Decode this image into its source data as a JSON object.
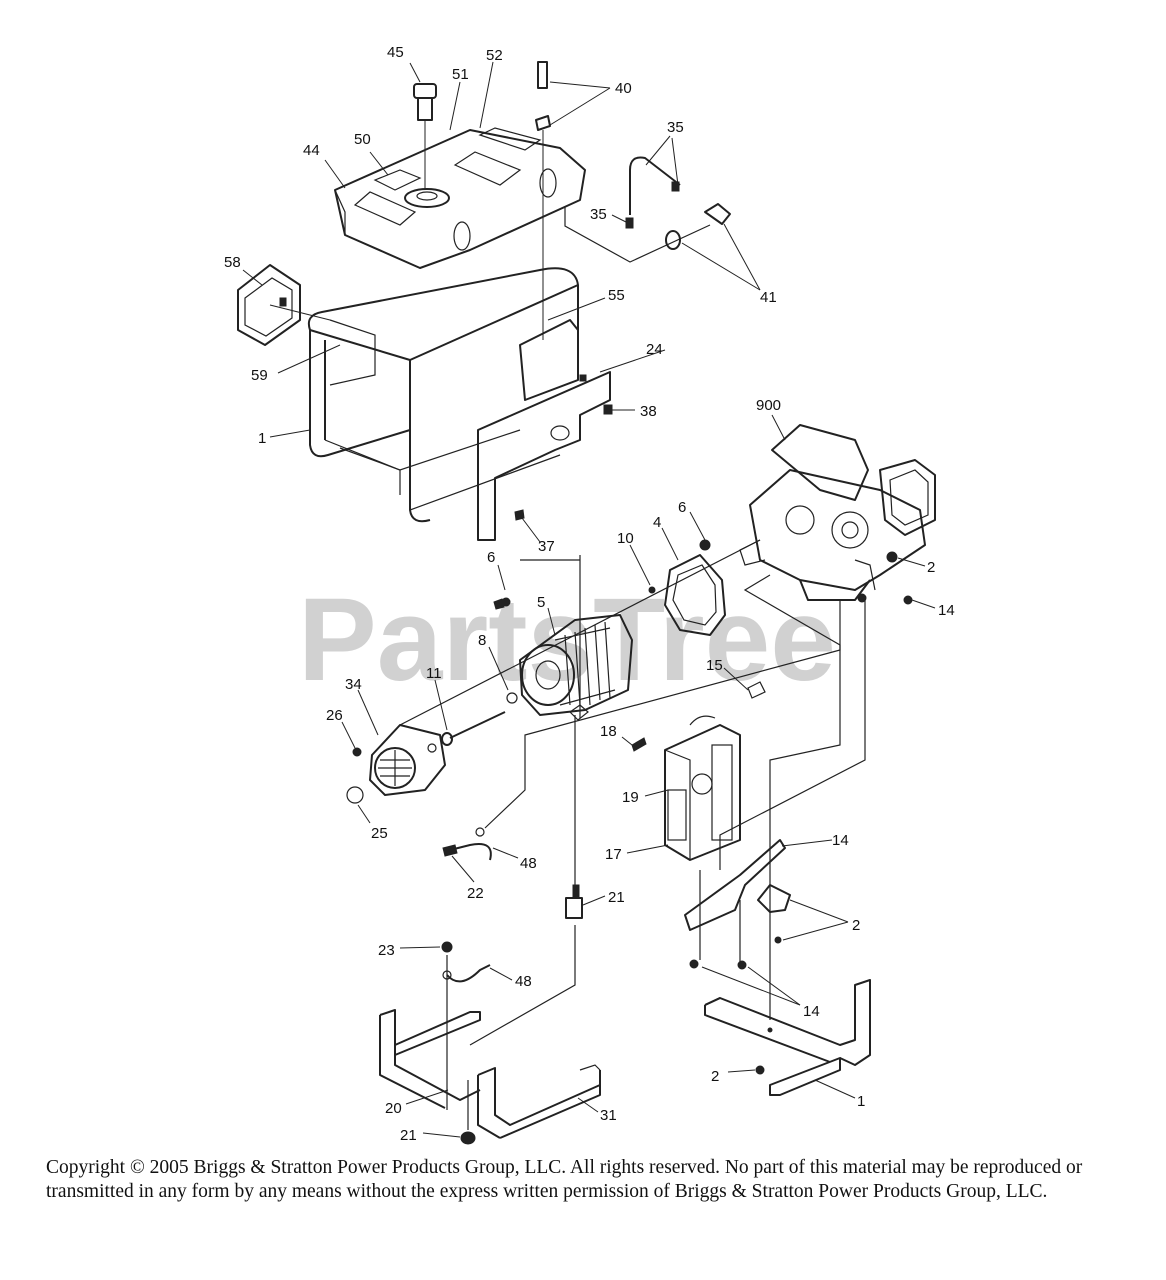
{
  "watermark": "PartsTree",
  "labels": {
    "l45": "45",
    "l51": "51",
    "l52": "52",
    "l40": "40",
    "l35a": "35",
    "l35b": "35",
    "l44": "44",
    "l50": "50",
    "l41": "41",
    "l58": "58",
    "l55": "55",
    "l24": "24",
    "l59": "59",
    "l38": "38",
    "l1a": "1",
    "l900": "900",
    "l37": "37",
    "l6a": "6",
    "l6b": "6",
    "l10": "10",
    "l4": "4",
    "l2a": "2",
    "l14a": "14",
    "l5": "5",
    "l8": "8",
    "l11": "11",
    "l15": "15",
    "l34": "34",
    "l26": "26",
    "l18": "18",
    "l19": "19",
    "l25": "25",
    "l17": "17",
    "l14b": "14",
    "l48a": "48",
    "l22": "22",
    "l21a": "21",
    "l2b": "2",
    "l23": "23",
    "l48b": "48",
    "l14c": "14",
    "l2c": "2",
    "l1b": "1",
    "l20": "20",
    "l31": "31",
    "l21b": "21"
  },
  "copyright": "Copyright © 2005 Briggs & Stratton Power Products Group, LLC.  All rights reserved.  No part of this material may be reproduced or transmitted in any form by any means without the express written permission of Briggs & Stratton Power Products Group, LLC."
}
